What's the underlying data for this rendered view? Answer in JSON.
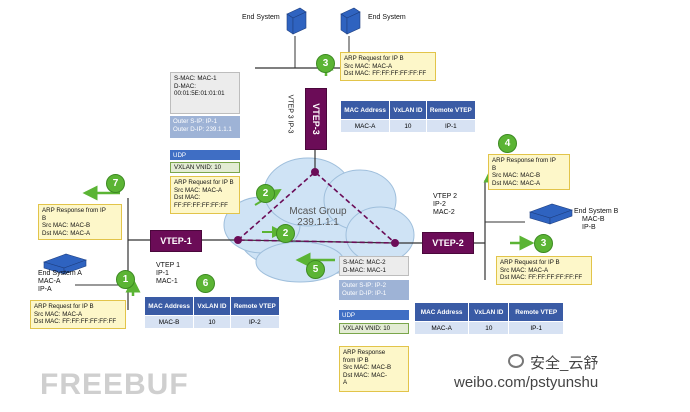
{
  "top_end_systems": [
    "End System",
    "End System"
  ],
  "end_system_b": {
    "name": "End System B",
    "mac": "MAC-B",
    "ip": "IP-B"
  },
  "end_system_a": {
    "name": "End System A",
    "mac": "MAC-A",
    "ip": "IP-A"
  },
  "vtep1": {
    "name": "VTEP-1",
    "line1": "VTEP 1",
    "line2": "IP-1",
    "line3": "MAC-1"
  },
  "vtep2": {
    "name": "VTEP-2",
    "line1": "VTEP 2",
    "line2": "IP-2",
    "line3": "MAC-2"
  },
  "vtep3": {
    "name": "VTEP-3",
    "side1": "VTEP 3",
    "side2": "IP-3"
  },
  "mcast": {
    "line1": "Mcast Group",
    "line2": "239.1.1.1"
  },
  "steps": {
    "s1": "1",
    "s2a": "2",
    "s2b": "2",
    "s3a": "3",
    "s3b": "3",
    "s4": "4",
    "s5": "5",
    "s6": "6",
    "s7": "7"
  },
  "notes": {
    "arp_req_a": {
      "l1": "ARP Request for IP B",
      "l2": "Src MAC: MAC-A",
      "l3": "Dst MAC: FF:FF:FF:FF:FF:FF"
    },
    "arp_req_top": {
      "l1": "ARP Request for IP B",
      "l2": "Src MAC: MAC-A",
      "l3": "Dst MAC: FF:FF:FF:FF:FF:FF"
    },
    "arp_req_b": {
      "l1": "ARP Request for IP B",
      "l2": "Src MAC: MAC-A",
      "l3": "Dst MAC: FF:FF:FF:FF:FF:FF"
    },
    "arp_resp_b": {
      "l1": "ARP Response from IP",
      "l2": "B",
      "l3": "Src MAC: MAC-B",
      "l4": "Dst MAC: MAC-A"
    },
    "arp_resp_left": {
      "l1": "ARP Response from IP",
      "l2": "B",
      "l3": "Src MAC: MAC-B",
      "l4": "Dst MAC: MAC-A"
    }
  },
  "encap_left": {
    "hdr": {
      "l1": "S-MAC: MAC-1",
      "l2": "D-MAC:",
      "l3": "00:01:5E:01:01:01"
    },
    "outer": {
      "l1": "Outer S-IP: IP-1",
      "l2": "Outer D-IP: 239.1.1.1"
    },
    "udp": "UDP",
    "vxlan": "VXLAN VNID: 10",
    "inner": {
      "l1": "ARP Request for IP B",
      "l2": "Src MAC: MAC-A",
      "l3": "Dst MAC:",
      "l4": "FF:FF:FF:FF:FF:FF"
    }
  },
  "encap_right": {
    "hdr": {
      "l1": "S-MAC: MAC-2",
      "l2": "D-MAC: MAC-1"
    },
    "outer": {
      "l1": "Outer S-IP: IP-2",
      "l2": "Outer D-IP: IP-1"
    },
    "udp": "UDP",
    "vxlan": "VXLAN VNID: 10",
    "inner": {
      "l1": "ARP Response",
      "l2": "from IP B",
      "l3": "Src MAC: MAC-B",
      "l4": "Dst MAC: MAC-",
      "l5": "A"
    }
  },
  "tables": {
    "t_vtep3": {
      "headers": [
        "MAC Address",
        "VxLAN ID",
        "Remote VTEP"
      ],
      "row": [
        "MAC-A",
        "10",
        "IP-1"
      ]
    },
    "t_vtep1": {
      "headers": [
        "MAC Address",
        "VxLAN ID",
        "Remote VTEP"
      ],
      "row": [
        "MAC-B",
        "10",
        "IP-2"
      ]
    },
    "t_vtep2": {
      "headers": [
        "MAC Address",
        "VxLAN ID",
        "Remote VTEP"
      ],
      "row": [
        "MAC-A",
        "10",
        "IP-1"
      ]
    }
  },
  "watermark": {
    "left": "FREEBUF",
    "weibo_name": "安全_云舒",
    "weibo_url": "weibo.com/pstyunshu"
  },
  "colors": {
    "vtep": "#6b0c57",
    "arrow": "#5bb434",
    "header": "#3a5ba5",
    "note": "#fdf7c9"
  }
}
